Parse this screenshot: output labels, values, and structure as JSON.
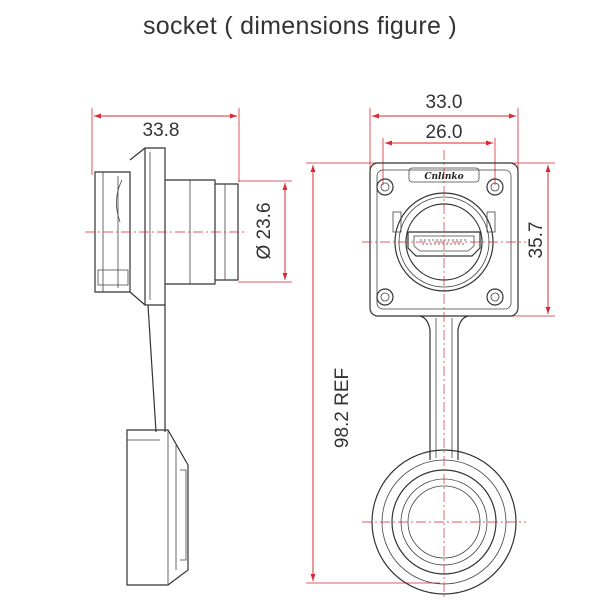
{
  "title": "socket ( dimensions figure )",
  "side_view": {
    "dimensions": {
      "length": "33.8",
      "diameter": "Ø 23.6"
    }
  },
  "front_view": {
    "brand_label": "Cnlinko",
    "dimensions": {
      "outer_width": "33.0",
      "hole_spacing": "26.0",
      "height": "35.7",
      "overall_length": "98.2 REF"
    }
  },
  "colors": {
    "dimension_lines": "#d9292f",
    "outline": "#333333"
  }
}
